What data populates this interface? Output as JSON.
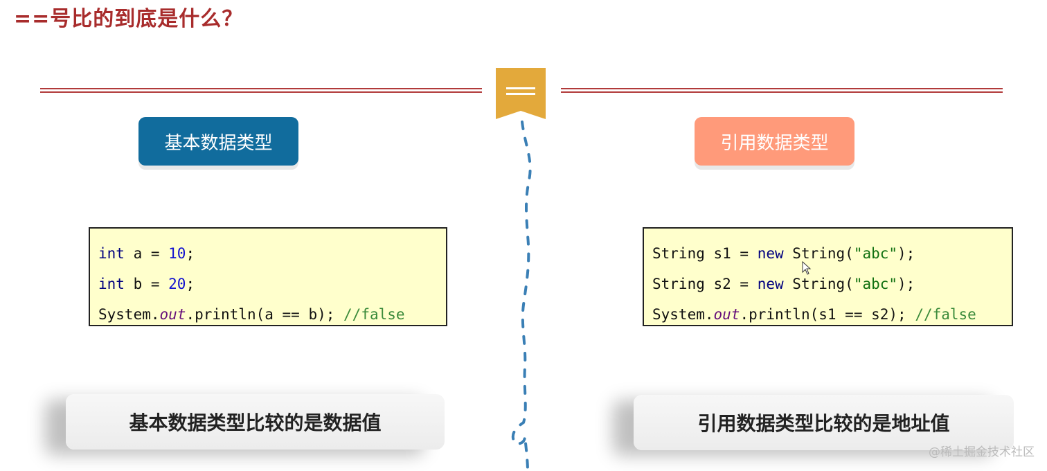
{
  "title": "==号比的到底是什么？",
  "left": {
    "pill": "基本数据类型",
    "code": [
      [
        {
          "t": "int",
          "c": "kw"
        },
        {
          "t": " a = ",
          "c": ""
        },
        {
          "t": "10",
          "c": "num"
        },
        {
          "t": ";",
          "c": ""
        }
      ],
      [
        {
          "t": "int",
          "c": "kw"
        },
        {
          "t": " b = ",
          "c": ""
        },
        {
          "t": "20",
          "c": "num"
        },
        {
          "t": ";",
          "c": ""
        }
      ],
      [
        {
          "t": "System.",
          "c": ""
        },
        {
          "t": "out",
          "c": "fld"
        },
        {
          "t": ".println(a == b); ",
          "c": ""
        },
        {
          "t": "//false",
          "c": "cmt"
        }
      ]
    ],
    "summary": "基本数据类型比较的是数据值"
  },
  "right": {
    "pill": "引用数据类型",
    "code": [
      [
        {
          "t": "String s1 = ",
          "c": ""
        },
        {
          "t": "new",
          "c": "kw"
        },
        {
          "t": " String(",
          "c": ""
        },
        {
          "t": "\"abc\"",
          "c": "str"
        },
        {
          "t": ");",
          "c": ""
        }
      ],
      [
        {
          "t": "String s2 = ",
          "c": ""
        },
        {
          "t": "new",
          "c": "kw"
        },
        {
          "t": " String(",
          "c": ""
        },
        {
          "t": "\"abc\"",
          "c": "str"
        },
        {
          "t": ");",
          "c": ""
        }
      ],
      [
        {
          "t": "System.",
          "c": ""
        },
        {
          "t": "out",
          "c": "fld"
        },
        {
          "t": ".println(s1 == s2); ",
          "c": ""
        },
        {
          "t": "//false",
          "c": "cmt"
        }
      ]
    ],
    "summary": "引用数据类型比较的是地址值"
  },
  "watermark": "@稀土掘金技术社区",
  "colors": {
    "title": "#a82c2c",
    "pill_left": "#116c9d",
    "pill_right": "#ff9a7a",
    "code_bg": "#ffffcc",
    "ribbon": "#e3a93b",
    "dash": "#3a7fb5"
  },
  "icons": {
    "ribbon": "bookmark-ribbon-icon",
    "cursor": "mouse-cursor-icon"
  }
}
